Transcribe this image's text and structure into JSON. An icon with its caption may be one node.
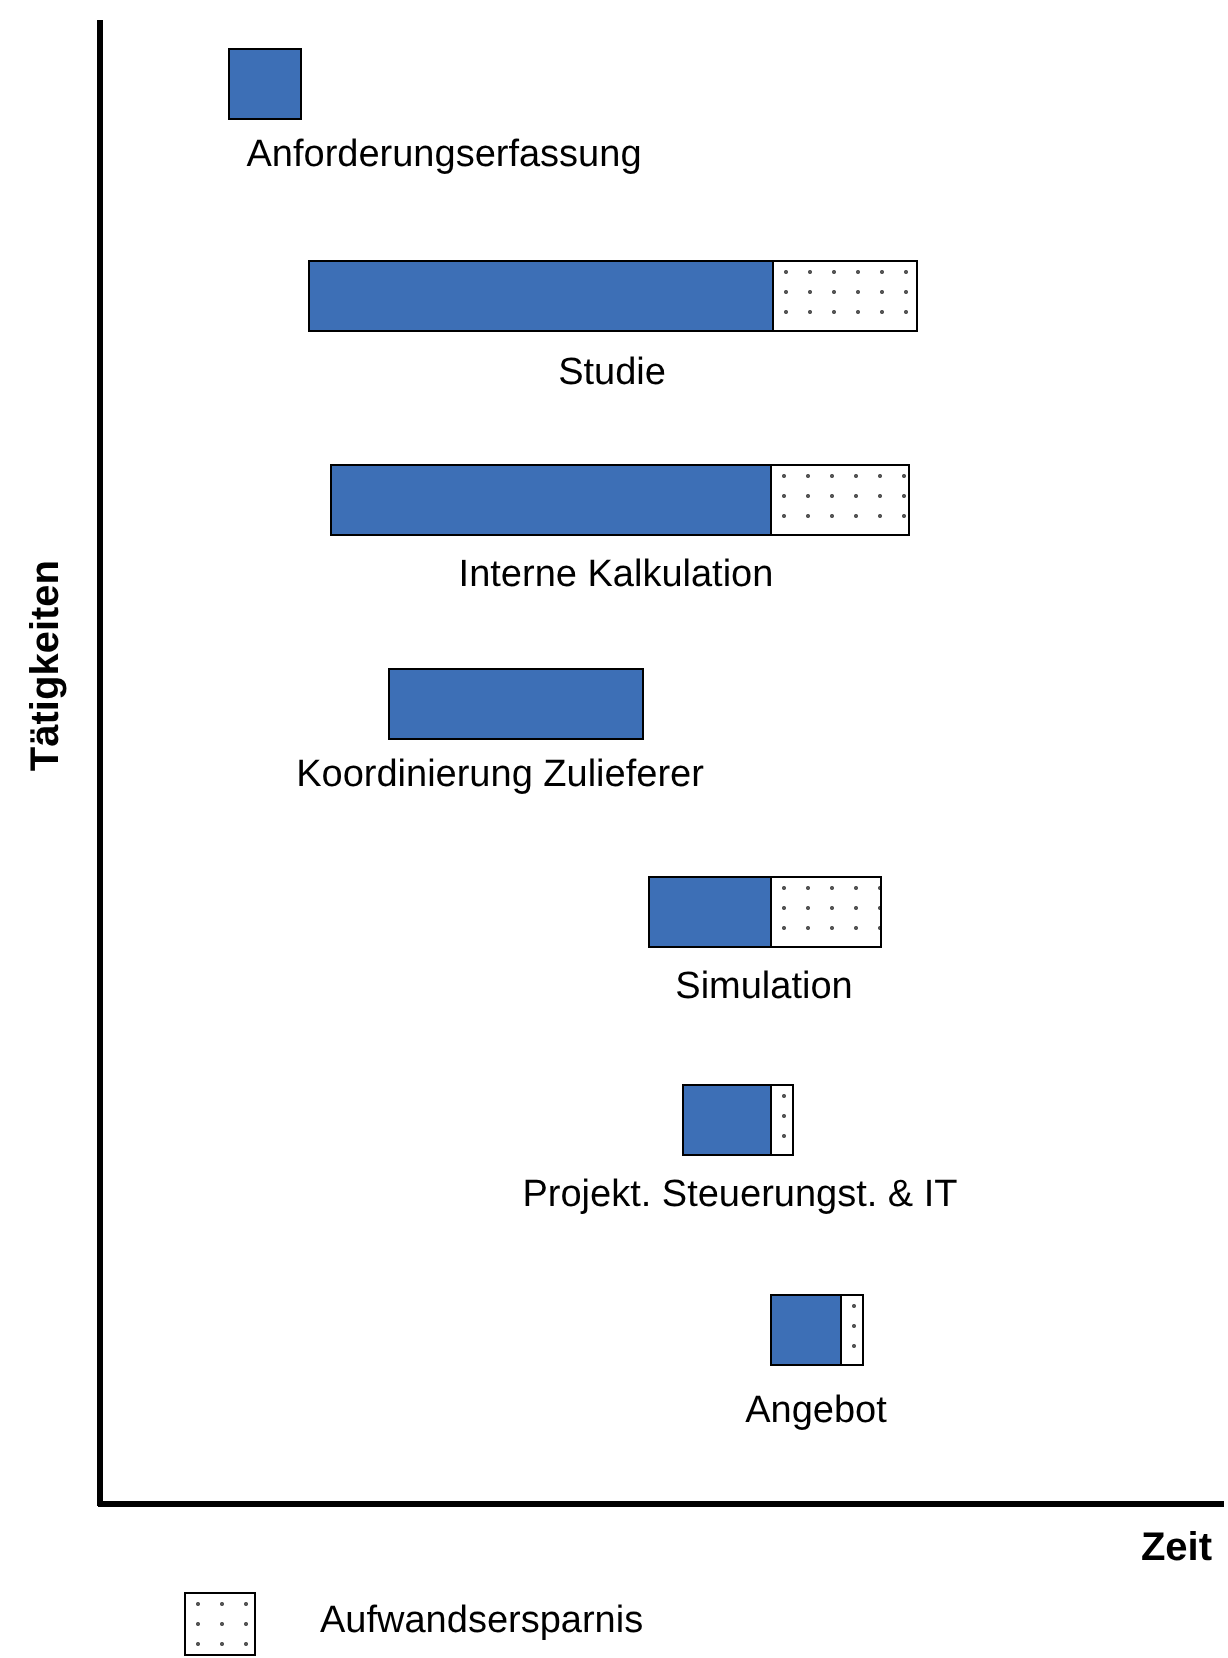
{
  "diagram": {
    "nodes": [
      {
        "text": [
          "Anforderungserfassung"
        ]
      },
      {
        "text": [
          "Studie"
        ]
      },
      {
        "text": [
          "Interne Kalkulation"
        ]
      },
      {
        "text": [
          "Koordinierung Zulieferer"
        ]
      },
      {
        "text": [
          "Simulation"
        ]
      },
      {
        "text": [
          "Projekt. Steuerungst. & IT"
        ]
      },
      {
        "text": [
          "Angebot"
        ]
      }
    ],
    "edges": [],
    "labels": [
      "Tätigkeiten",
      "Zeit"
    ],
    "legend": [
      {
        "text": "Aufwandsersparnis"
      }
    ]
  }
}
